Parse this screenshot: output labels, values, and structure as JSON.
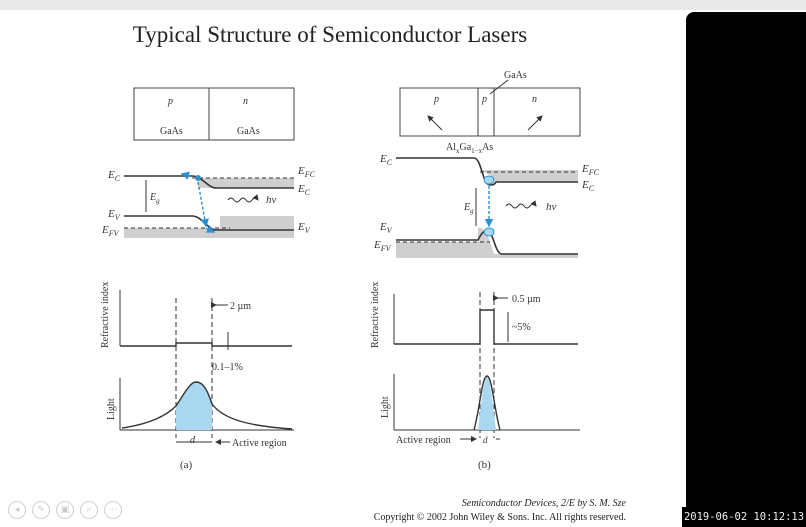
{
  "slide": {
    "title": "Typical Structure of Semiconductor Lasers"
  },
  "panel_a": {
    "layer_p_type": "p",
    "layer_n_type": "n",
    "layer_p_material": "GaAs",
    "layer_n_material": "GaAs",
    "label_ec": "E",
    "label_ec_sub": "C",
    "label_ev": "E",
    "label_ev_sub": "V",
    "label_efv": "E",
    "label_efv_sub": "FV",
    "label_eg": "E",
    "label_eg_sub": "g",
    "label_efc_right": "E",
    "label_efc_right_sub": "FC",
    "label_ec_right": "E",
    "label_ec_right_sub": "C",
    "label_ev_right": "E",
    "label_ev_right_sub": "V",
    "photon_label": "hν",
    "refractive_axis": "Refractive index",
    "width_label": "2 µm",
    "step_label": "0.1–1%",
    "light_axis": "Light",
    "d_label": "d",
    "active_region_label": "Active region",
    "caption": "(a)"
  },
  "panel_b": {
    "layer_p_type": "p",
    "layer_middle_type": "p",
    "layer_n_type": "n",
    "gaas_label": "GaAs",
    "algaas_label": "Al",
    "algaas_x": "x",
    "algaas_mid": "Ga",
    "algaas_1x": "1−x",
    "algaas_as": "As",
    "label_ec": "E",
    "label_ec_sub": "C",
    "label_eg": "E",
    "label_eg_sub": "g",
    "label_ev": "E",
    "label_ev_sub": "V",
    "label_efv": "E",
    "label_efv_sub": "FV",
    "label_efc_right": "E",
    "label_efc_right_sub": "FC",
    "label_ec_right": "E",
    "label_ec_right_sub": "C",
    "photon_label": "hν",
    "refractive_axis": "Refractive index",
    "width_label": "0.5 µm",
    "step_label": "~5%",
    "light_axis": "Light",
    "active_region_label": "Active region",
    "d_label": "d",
    "caption": "(b)"
  },
  "credit": {
    "line1": "Semiconductor Devices, 2/E by S. M. Sze",
    "line2": "Copyright © 2002 John Wiley & Sons. Inc. All rights reserved."
  },
  "timestamp": "2019-06-02 10:12:13",
  "controls": [
    {
      "name": "back-icon",
      "glyph": "◂"
    },
    {
      "name": "pen-icon",
      "glyph": "✎"
    },
    {
      "name": "slides-icon",
      "glyph": "▣"
    },
    {
      "name": "search-icon",
      "glyph": "⌕"
    },
    {
      "name": "more-icon",
      "glyph": "⋯"
    }
  ],
  "colors": {
    "accent_fill": "#a9d7ef",
    "accent_arrow": "#2c8fd0",
    "band_fill": "#cfcfcf"
  }
}
